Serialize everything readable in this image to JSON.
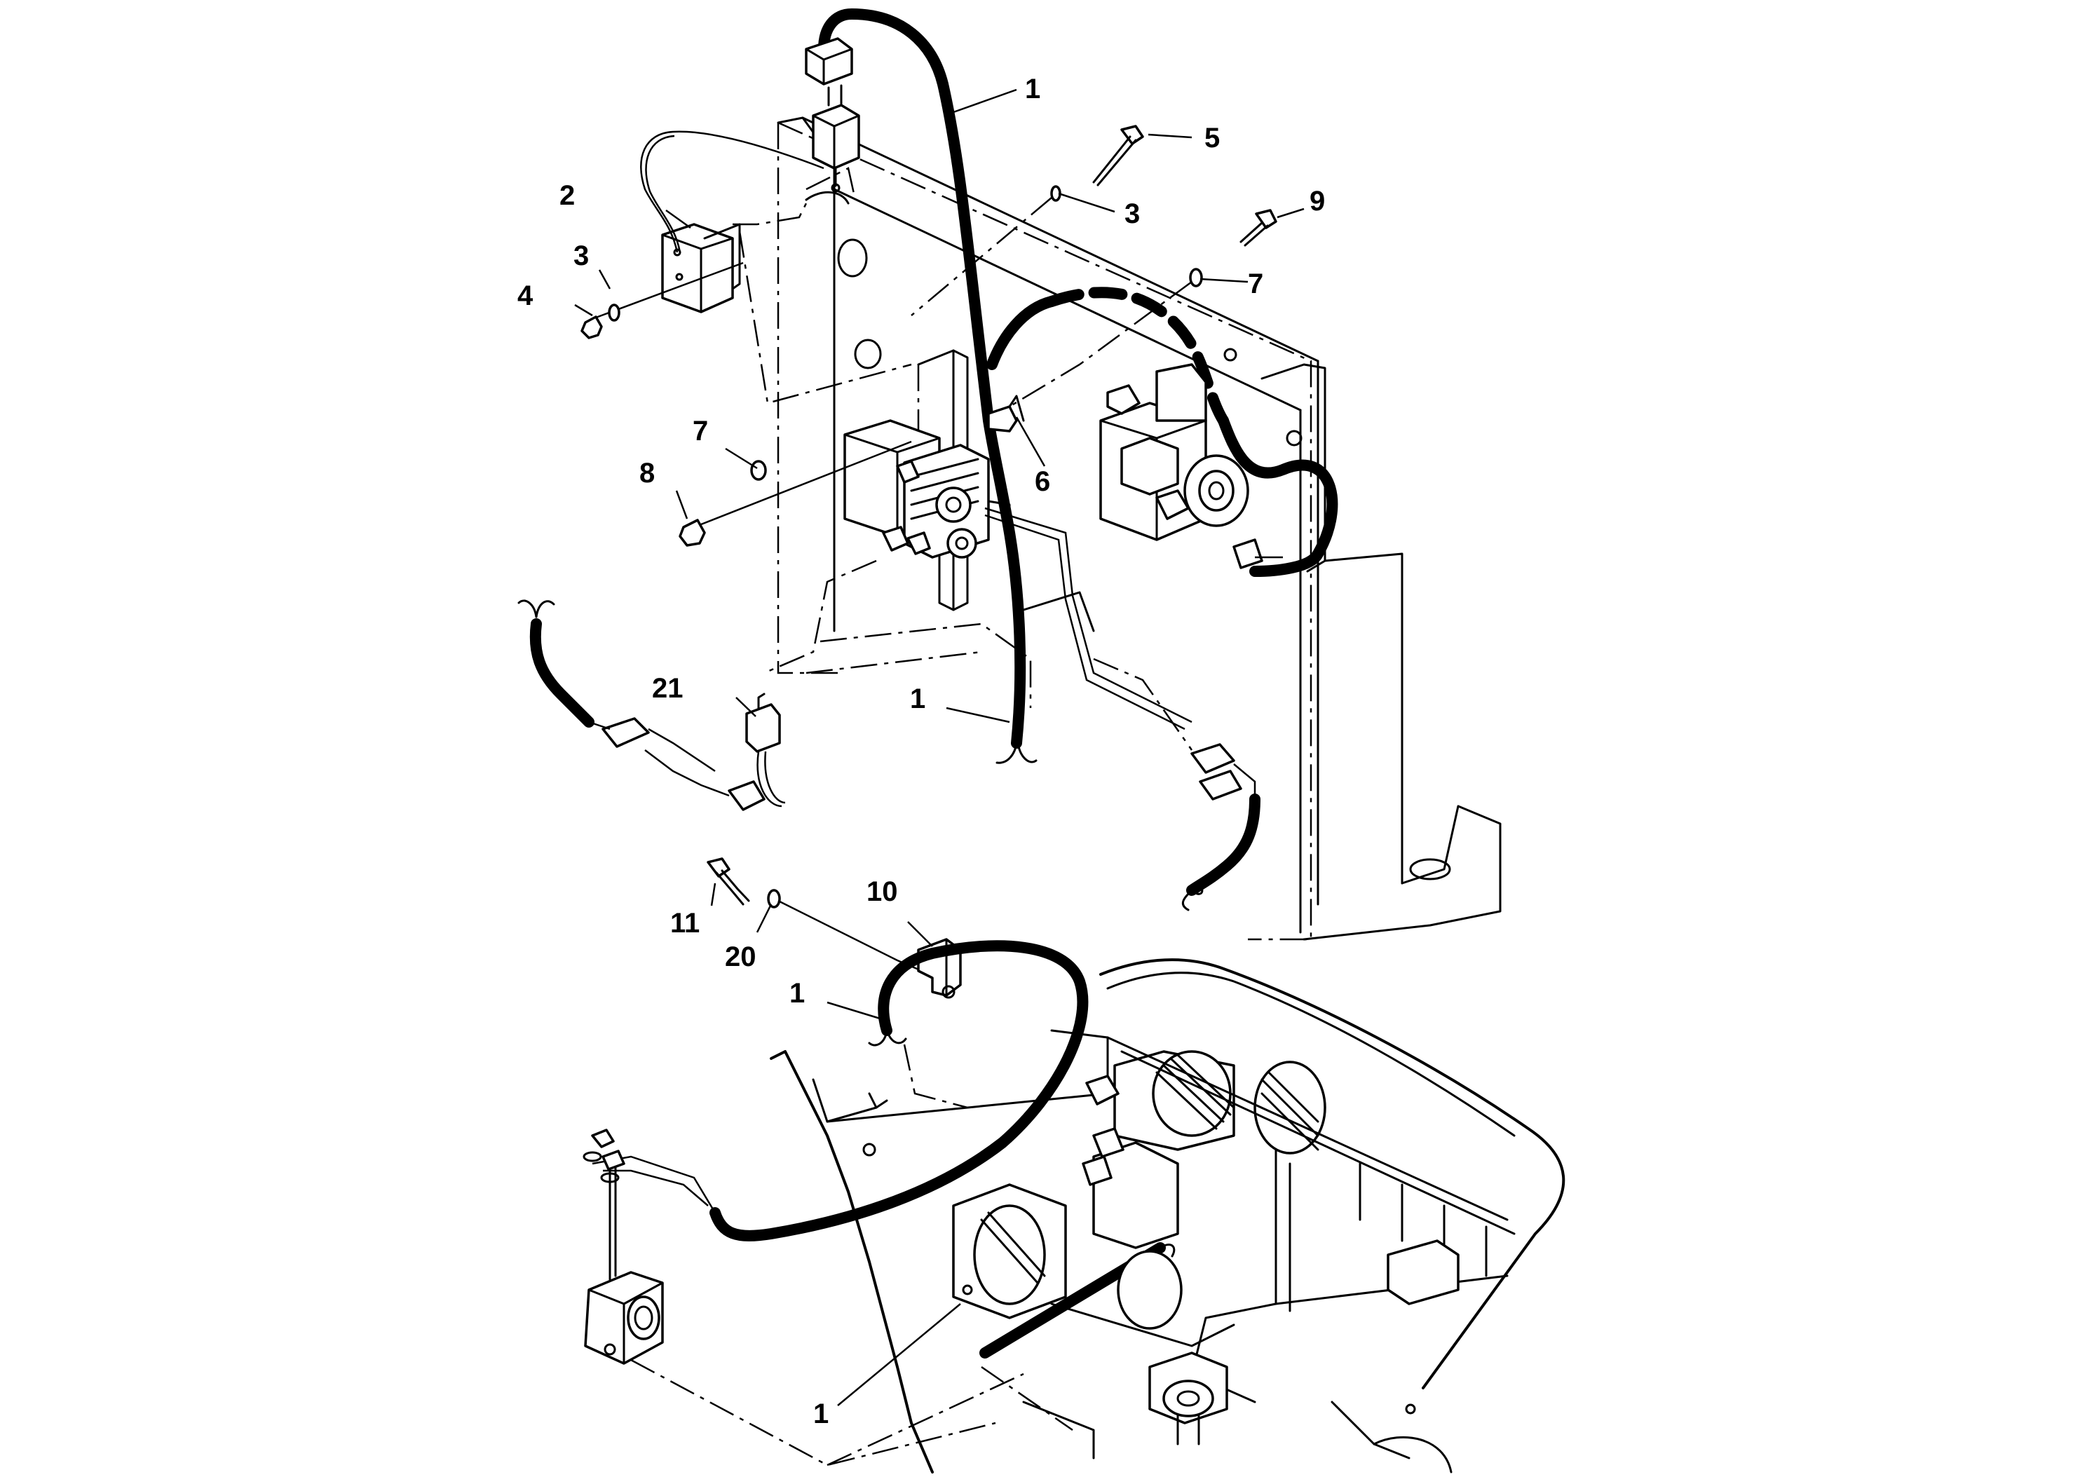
{
  "callouts": [
    {
      "id": "c1a",
      "text": "1"
    },
    {
      "id": "c5",
      "text": "5"
    },
    {
      "id": "c3a",
      "text": "3"
    },
    {
      "id": "c9",
      "text": "9"
    },
    {
      "id": "c2",
      "text": "2"
    },
    {
      "id": "c3b",
      "text": "3"
    },
    {
      "id": "c4",
      "text": "4"
    },
    {
      "id": "c7a",
      "text": "7"
    },
    {
      "id": "c7b",
      "text": "7"
    },
    {
      "id": "c8",
      "text": "8"
    },
    {
      "id": "c6",
      "text": "6"
    },
    {
      "id": "c21",
      "text": "21"
    },
    {
      "id": "c1b",
      "text": "1"
    },
    {
      "id": "c10",
      "text": "10"
    },
    {
      "id": "c11",
      "text": "11"
    },
    {
      "id": "c20",
      "text": "20"
    },
    {
      "id": "c1c",
      "text": "1"
    },
    {
      "id": "c1d",
      "text": "1"
    }
  ]
}
